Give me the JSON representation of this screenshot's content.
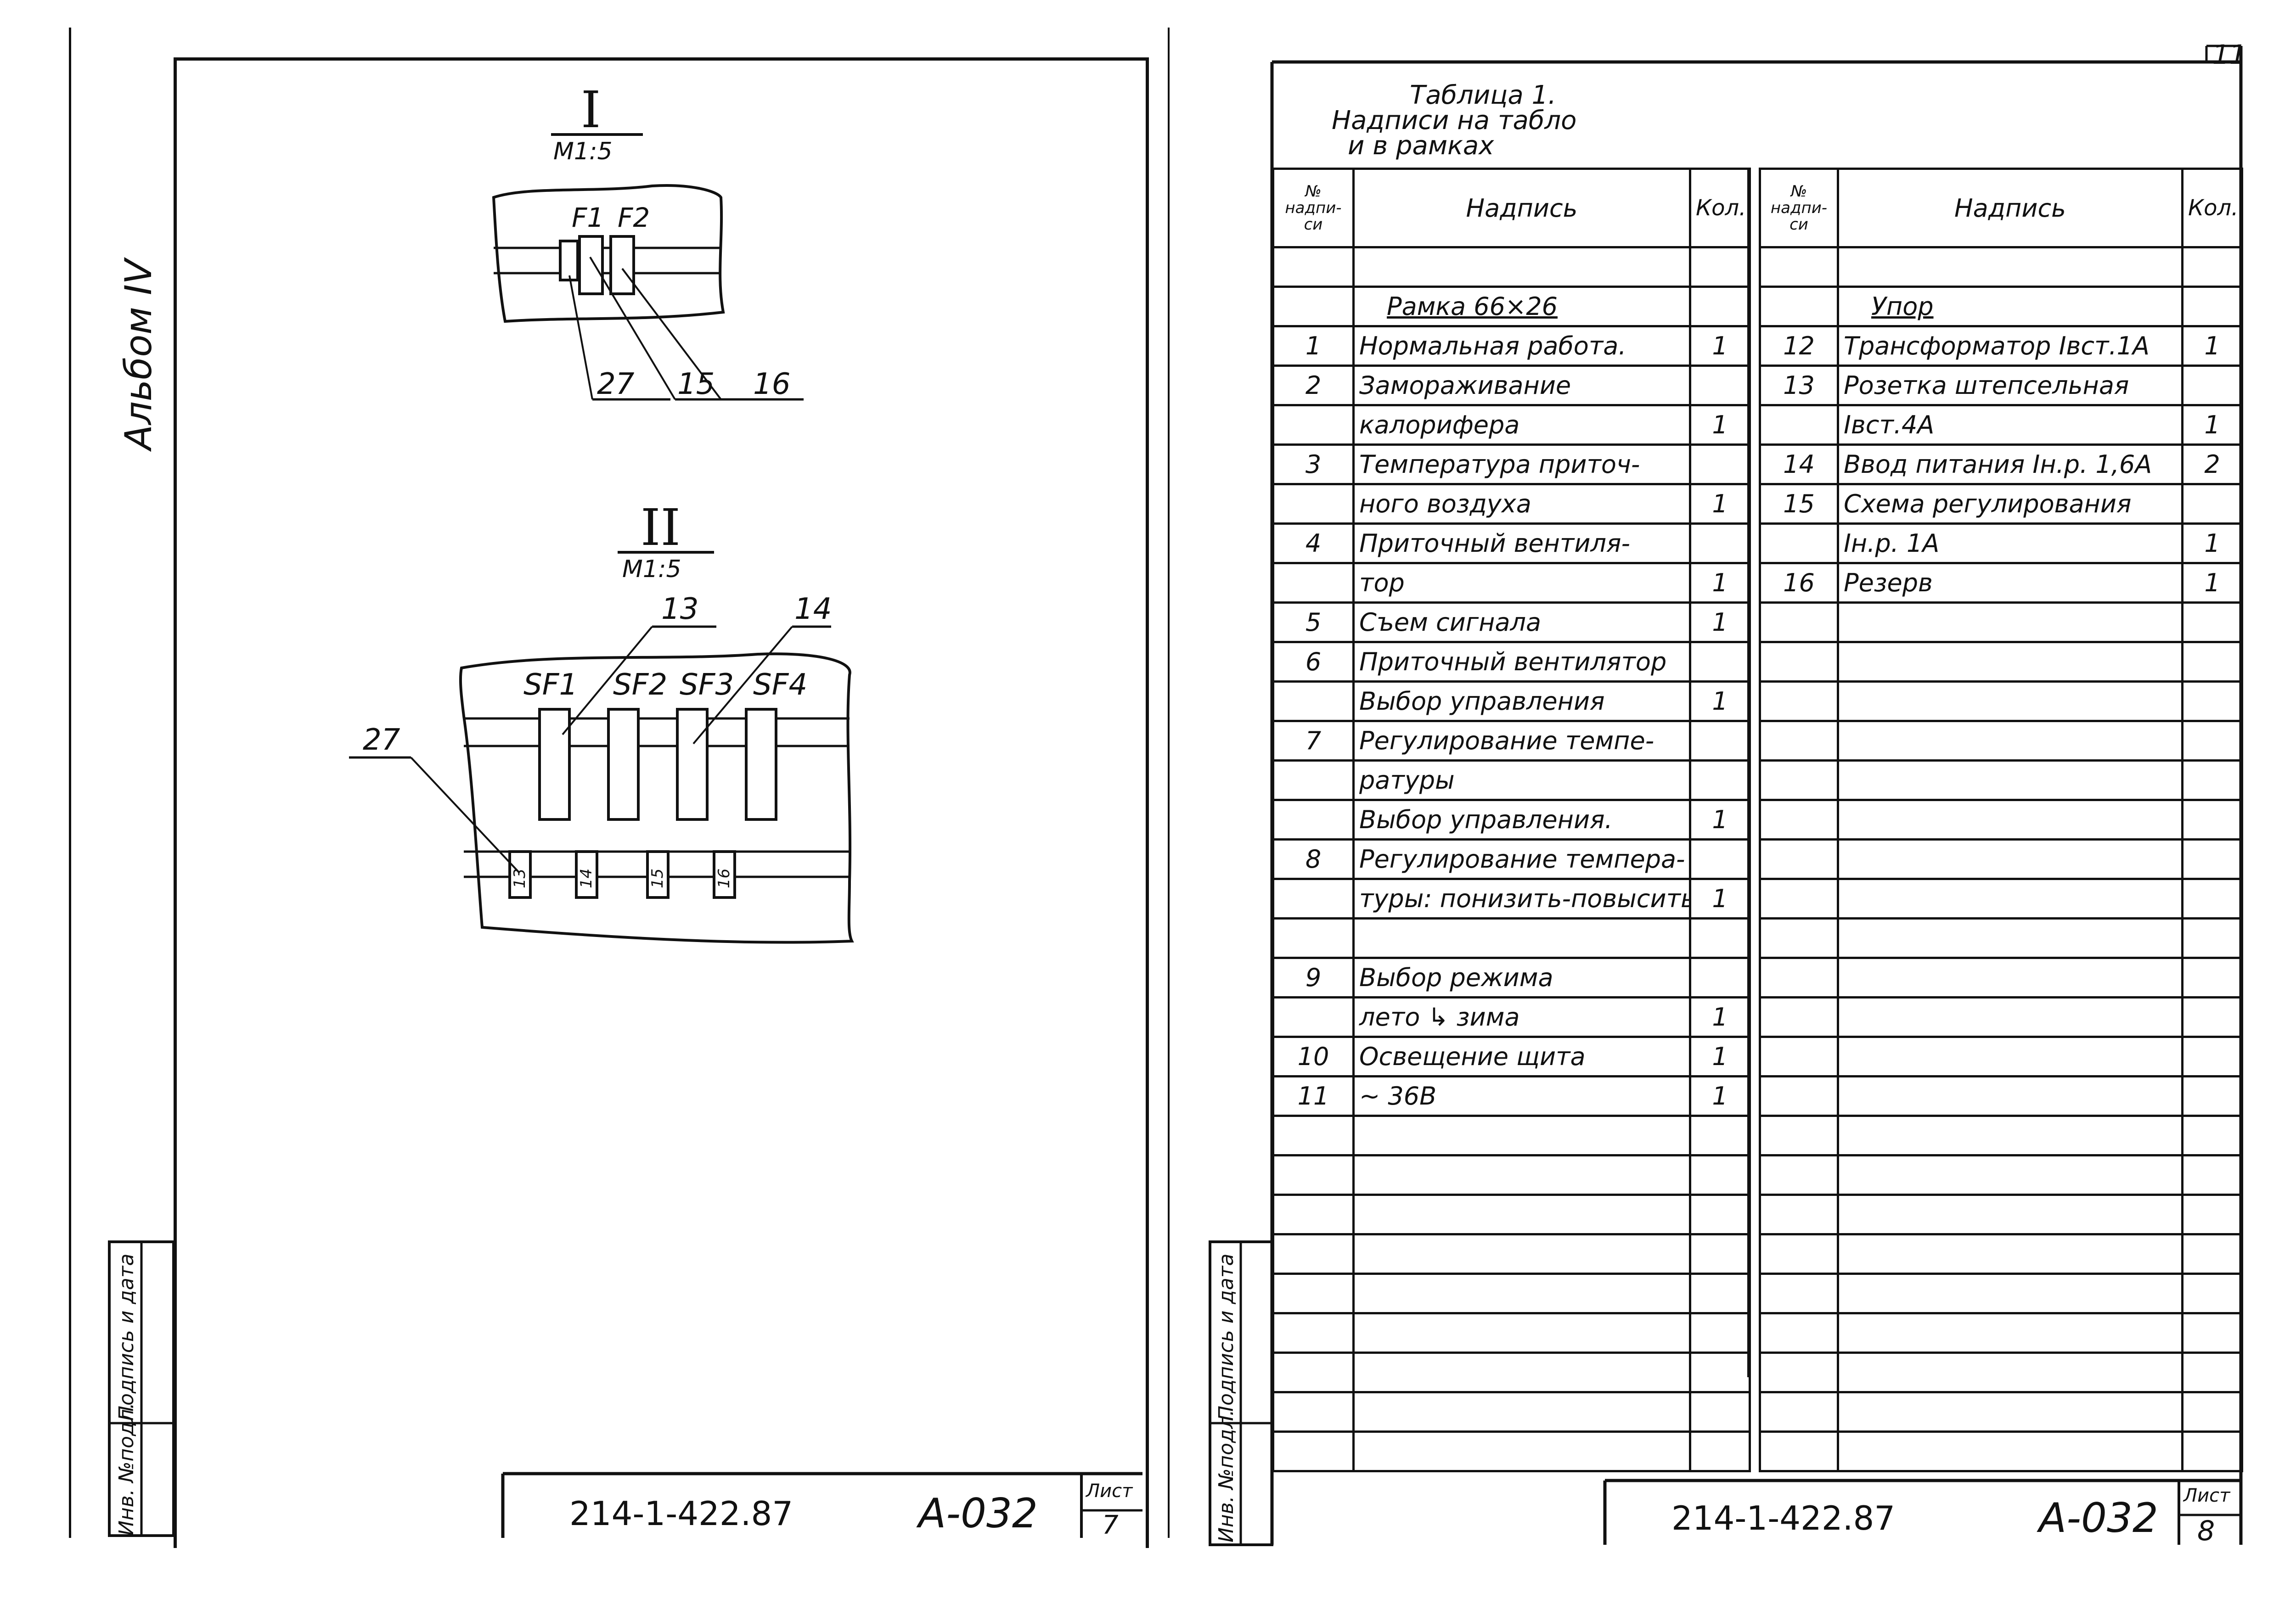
{
  "album_label": "Альбом IV",
  "sheet_corner_number": "11",
  "left_sheet": {
    "detail1": {
      "numeral": "I",
      "scale": "M1:5",
      "labels": [
        "F1",
        "F2"
      ],
      "callouts": [
        "27",
        "15",
        "16"
      ]
    },
    "detail2": {
      "numeral": "II",
      "scale": "M1:5",
      "labels": [
        "SF1",
        "SF2",
        "SF3",
        "SF4"
      ],
      "callouts": [
        "13",
        "14",
        "27"
      ],
      "small_plates": [
        "13",
        "14",
        "15",
        "16"
      ]
    },
    "stamp_labels": [
      "Инв. №подл.",
      "Подпись и дата"
    ],
    "doc_code": "214-1-422.87",
    "album_code": "А-032",
    "sheet_label": "Лист",
    "sheet_number": "7"
  },
  "right_sheet": {
    "table_title": [
      "Таблица 1.",
      "Надписи на табло",
      "и в рамках"
    ],
    "headers": {
      "num": [
        "№",
        "надпи-",
        "си"
      ],
      "text": "Надпись",
      "qty": "Кол."
    },
    "left_rows": [
      {
        "n": "",
        "t": "",
        "q": ""
      },
      {
        "n": "",
        "t": "Рамка 66×26",
        "q": "",
        "u": true
      },
      {
        "n": "1",
        "t": "Нормальная работа.",
        "q": "1"
      },
      {
        "n": "2",
        "t": "Замораживание",
        "q": ""
      },
      {
        "n": "",
        "t": "калорифера",
        "q": "1"
      },
      {
        "n": "3",
        "t": "Температура приточ-",
        "q": ""
      },
      {
        "n": "",
        "t": "ного воздуха",
        "q": "1"
      },
      {
        "n": "4",
        "t": "Приточный вентиля-",
        "q": ""
      },
      {
        "n": "",
        "t": "тор",
        "q": "1"
      },
      {
        "n": "5",
        "t": "Съем сигнала",
        "q": "1"
      },
      {
        "n": "6",
        "t": "Приточный вентилятор",
        "q": ""
      },
      {
        "n": "",
        "t": "Выбор управления",
        "q": "1"
      },
      {
        "n": "7",
        "t": "Регулирование темпе-",
        "q": ""
      },
      {
        "n": "",
        "t": "ратуры",
        "q": ""
      },
      {
        "n": "",
        "t": "Выбор управления.",
        "q": "1"
      },
      {
        "n": "8",
        "t": "Регулирование темпера-",
        "q": ""
      },
      {
        "n": "",
        "t": "туры: понизить-повысить",
        "q": "1"
      },
      {
        "n": "",
        "t": "",
        "q": ""
      },
      {
        "n": "9",
        "t": "Выбор режима",
        "q": ""
      },
      {
        "n": "",
        "t": "лето ↳ зима",
        "q": "1"
      },
      {
        "n": "10",
        "t": "Освещение щита",
        "q": "1"
      },
      {
        "n": "11",
        "t": "~ 36В",
        "q": "1"
      },
      {
        "n": "",
        "t": "",
        "q": ""
      },
      {
        "n": "",
        "t": "",
        "q": ""
      },
      {
        "n": "",
        "t": "",
        "q": ""
      },
      {
        "n": "",
        "t": "",
        "q": ""
      },
      {
        "n": "",
        "t": "",
        "q": ""
      },
      {
        "n": "",
        "t": "",
        "q": ""
      },
      {
        "n": "",
        "t": "",
        "q": ""
      },
      {
        "n": "",
        "t": "",
        "q": ""
      },
      {
        "n": "",
        "t": "",
        "q": ""
      }
    ],
    "right_rows": [
      {
        "n": "",
        "t": "",
        "q": ""
      },
      {
        "n": "",
        "t": "Упор",
        "q": "",
        "u": true
      },
      {
        "n": "12",
        "t": "Трансформатор Iвст.1А",
        "q": "1"
      },
      {
        "n": "13",
        "t": "Розетка штепсельная",
        "q": ""
      },
      {
        "n": "",
        "t": "Iвст.4А",
        "q": "1"
      },
      {
        "n": "14",
        "t": "Ввод питания Iн.р. 1,6А",
        "q": "2"
      },
      {
        "n": "15",
        "t": "Схема регулирования",
        "q": ""
      },
      {
        "n": "",
        "t": "Iн.р. 1А",
        "q": "1"
      },
      {
        "n": "16",
        "t": "Резерв",
        "q": "1"
      },
      {
        "n": "",
        "t": "",
        "q": ""
      },
      {
        "n": "",
        "t": "",
        "q": ""
      },
      {
        "n": "",
        "t": "",
        "q": ""
      },
      {
        "n": "",
        "t": "",
        "q": ""
      },
      {
        "n": "",
        "t": "",
        "q": ""
      },
      {
        "n": "",
        "t": "",
        "q": ""
      },
      {
        "n": "",
        "t": "",
        "q": ""
      },
      {
        "n": "",
        "t": "",
        "q": ""
      },
      {
        "n": "",
        "t": "",
        "q": ""
      },
      {
        "n": "",
        "t": "",
        "q": ""
      },
      {
        "n": "",
        "t": "",
        "q": ""
      },
      {
        "n": "",
        "t": "",
        "q": ""
      },
      {
        "n": "",
        "t": "",
        "q": ""
      },
      {
        "n": "",
        "t": "",
        "q": ""
      },
      {
        "n": "",
        "t": "",
        "q": ""
      },
      {
        "n": "",
        "t": "",
        "q": ""
      },
      {
        "n": "",
        "t": "",
        "q": ""
      },
      {
        "n": "",
        "t": "",
        "q": ""
      },
      {
        "n": "",
        "t": "",
        "q": ""
      },
      {
        "n": "",
        "t": "",
        "q": ""
      },
      {
        "n": "",
        "t": "",
        "q": ""
      },
      {
        "n": "",
        "t": "",
        "q": ""
      }
    ],
    "stamp_labels": [
      "Инв. №подл.",
      "Подпись и дата"
    ],
    "doc_code": "214-1-422.87",
    "album_code": "А-032",
    "sheet_label": "Лист",
    "sheet_number": "8"
  }
}
